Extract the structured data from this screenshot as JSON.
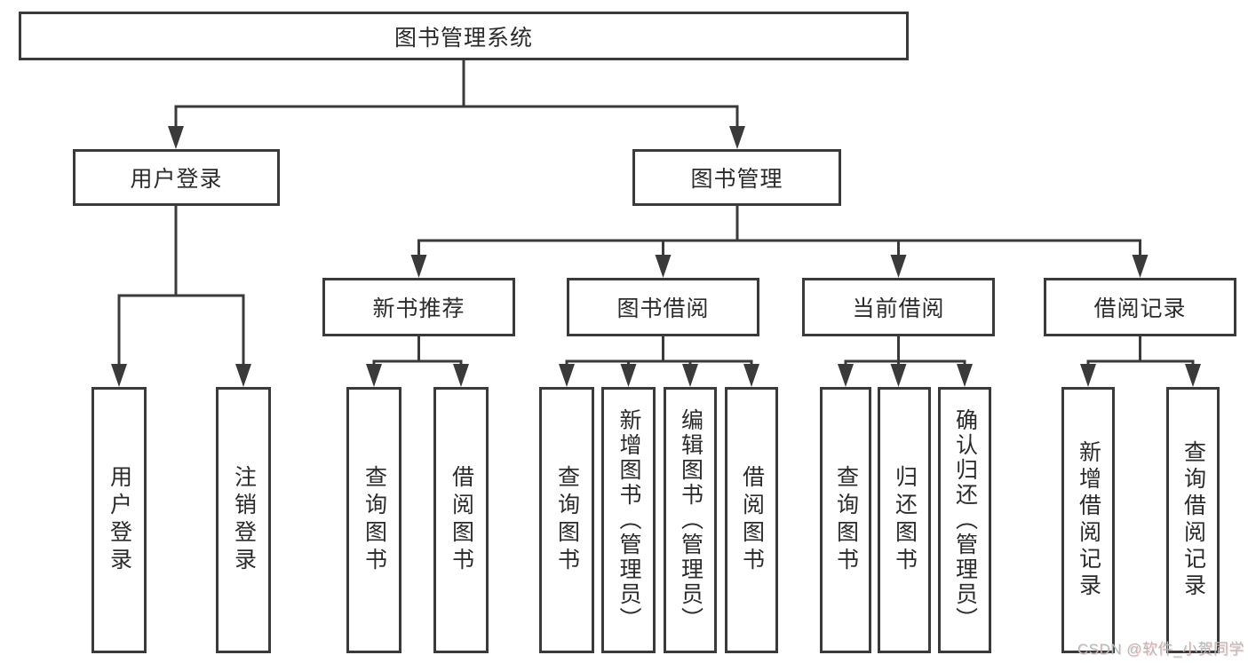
{
  "diagram_title": "图书管理系统",
  "colors": {
    "line": "#3a3a3a",
    "box_border": "#3a3a3a",
    "text": "#2b2b2b",
    "background": "#ffffff",
    "watermark": "#b6bbbe"
  },
  "nodes": {
    "root": "图书管理系统",
    "user_login": "用户登录",
    "book_management": "图书管理",
    "new_book_recommend": "新书推荐",
    "book_borrowing": "图书借阅",
    "current_borrowing": "当前借阅",
    "borrowing_records": "借阅记录",
    "leaf_user_login": "用户登录",
    "leaf_logout": "注销登录",
    "leaf_query_book_a": "查询图书",
    "leaf_borrow_book_a": "借阅图书",
    "leaf_query_book_b": "查询图书",
    "leaf_add_book": "新增图书（管理员）",
    "leaf_edit_book": "编辑图书（管理员）",
    "leaf_borrow_book_b": "借阅图书",
    "leaf_query_book_c": "查询图书",
    "leaf_return_book": "归还图书",
    "leaf_confirm_return": "确认归还（管理员）",
    "leaf_add_record": "新增借阅记录",
    "leaf_query_record": "查询借阅记录"
  },
  "hierarchy": {
    "图书管理系统": {
      "用户登录": [
        "用户登录",
        "注销登录"
      ],
      "图书管理": {
        "新书推荐": [
          "查询图书",
          "借阅图书"
        ],
        "图书借阅": [
          "查询图书",
          "新增图书（管理员）",
          "编辑图书（管理员）",
          "借阅图书"
        ],
        "当前借阅": [
          "查询图书",
          "归还图书",
          "确认归还（管理员）"
        ],
        "借阅记录": [
          "新增借阅记录",
          "查询借阅记录"
        ]
      }
    }
  },
  "watermark": {
    "text": "CSDN @软件_小贺同学"
  }
}
